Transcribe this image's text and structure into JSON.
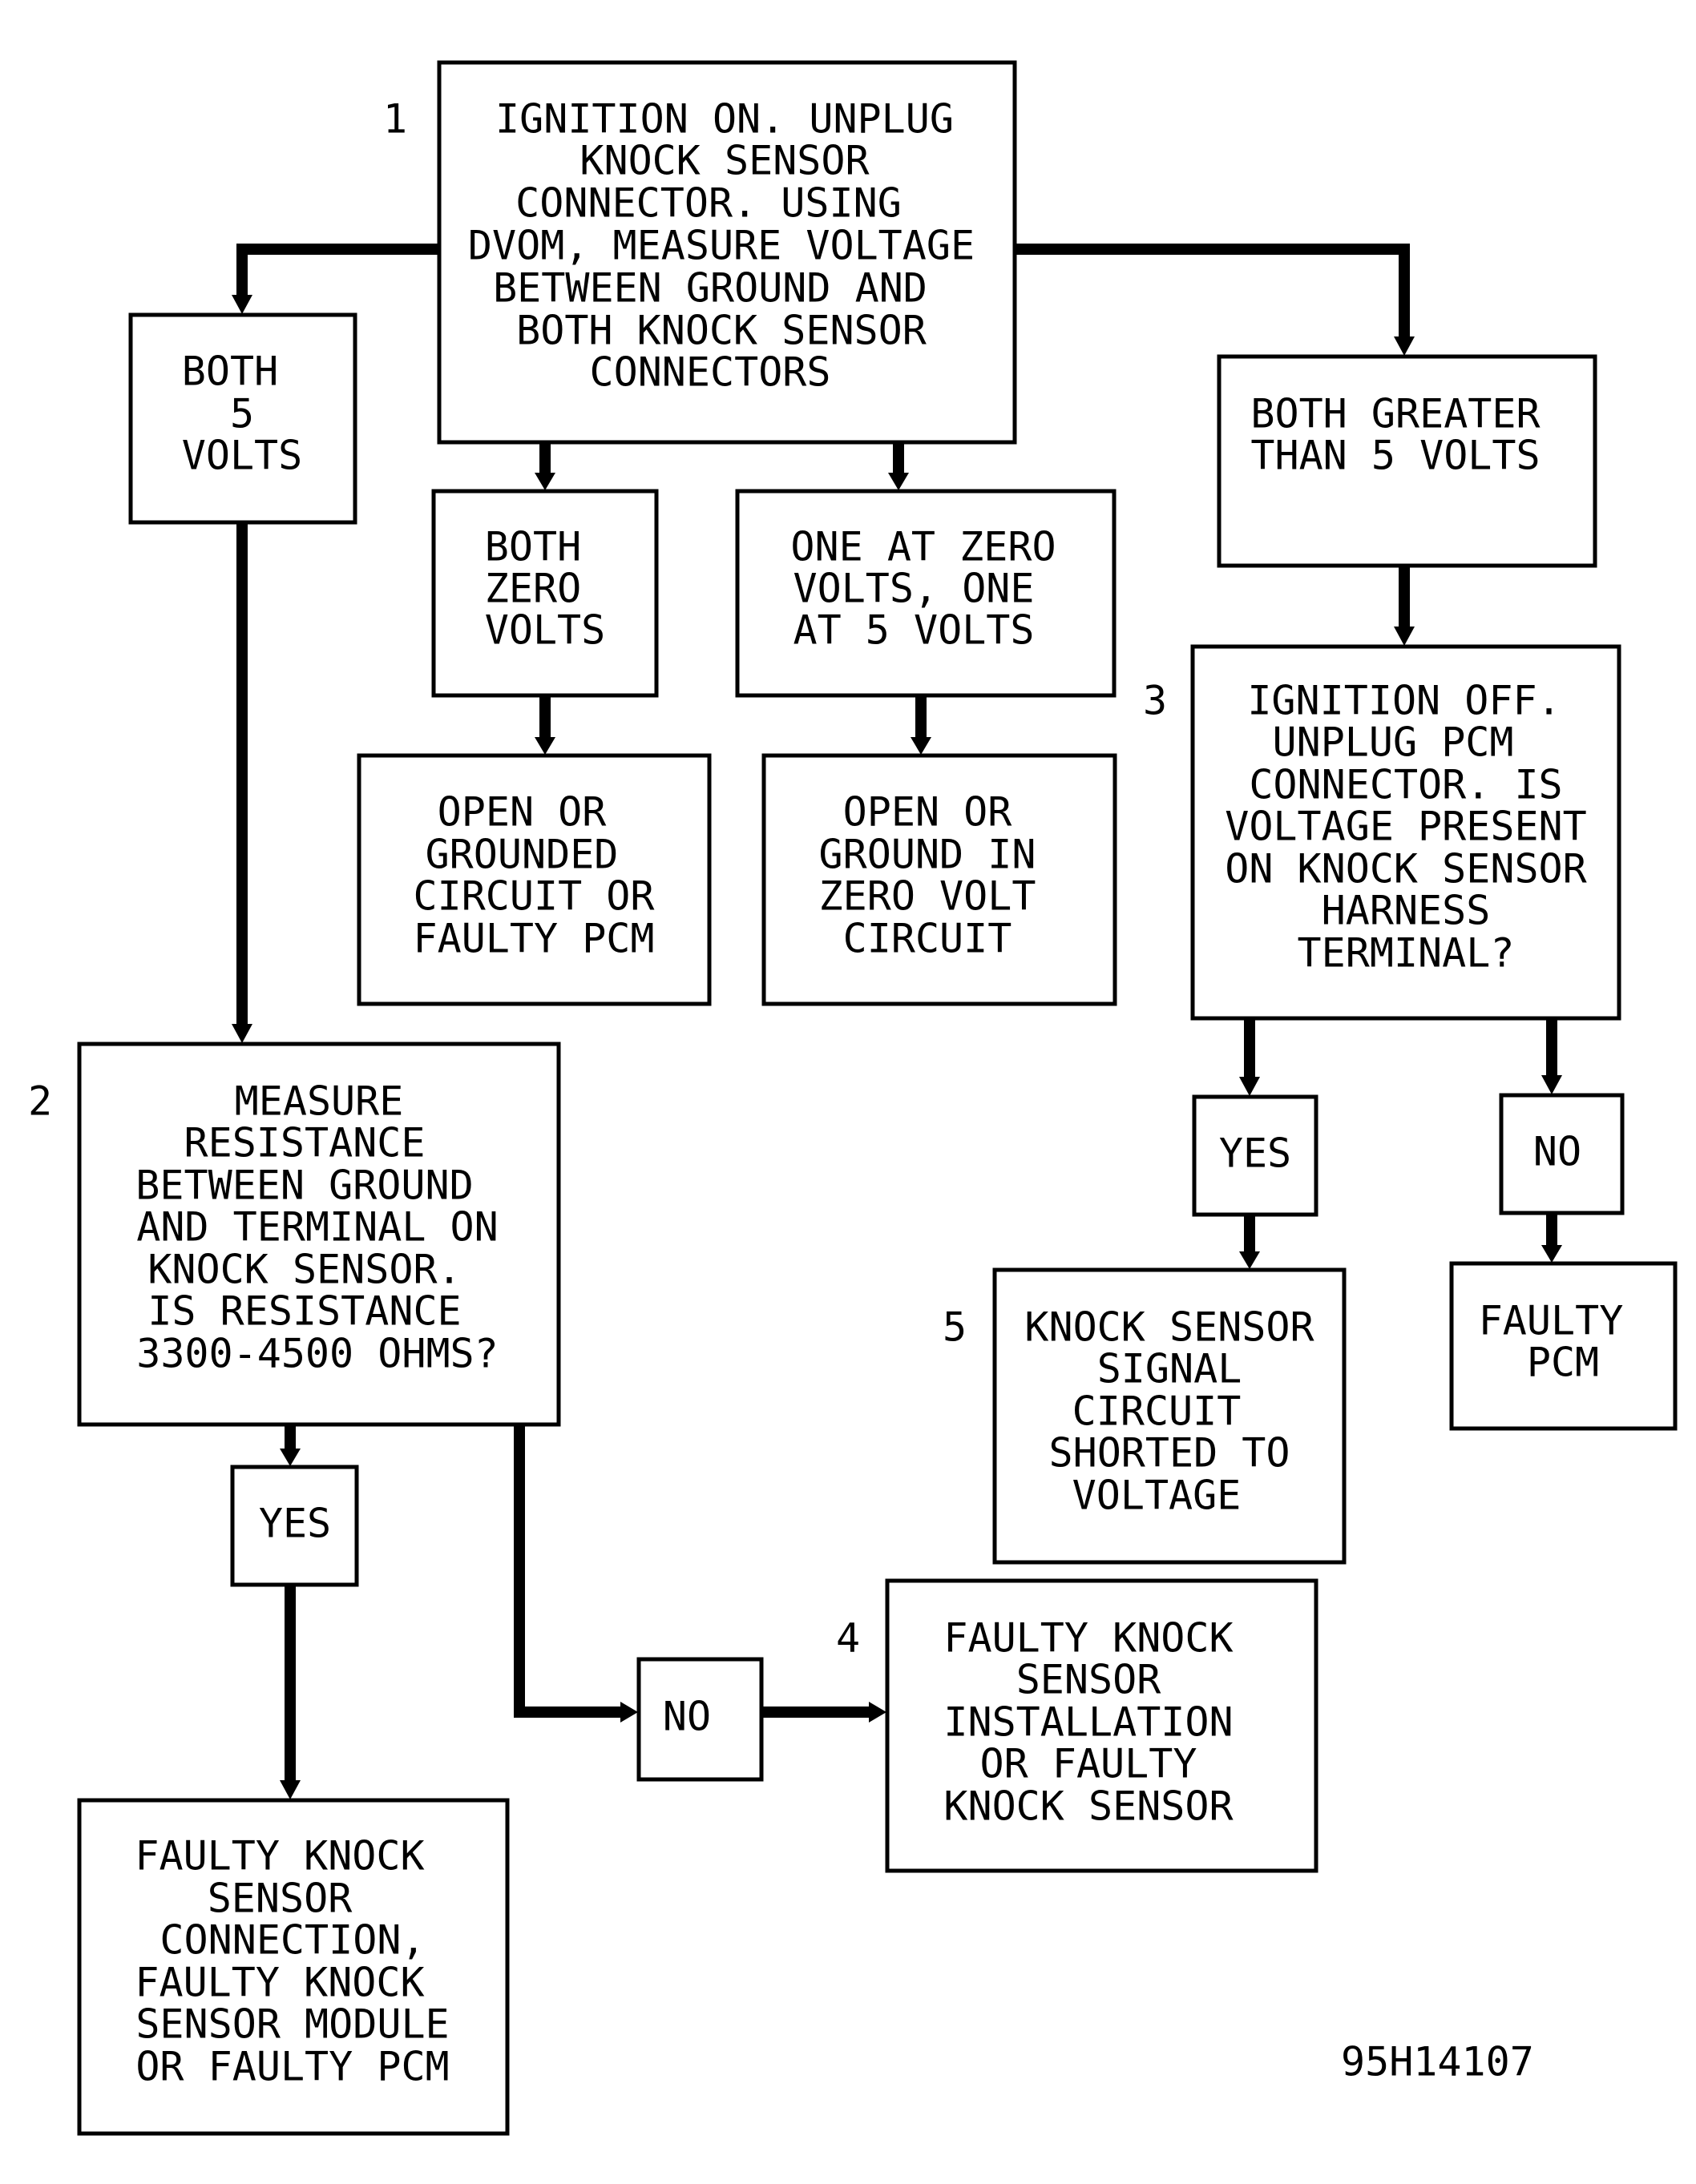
{
  "steps": {
    "s1": {
      "number": "1",
      "lines": [
        "IGNITION ON. UNPLUG",
        "KNOCK SENSOR",
        "CONNECTOR. USING",
        "DVOM, MEASURE VOLTAGE",
        "BETWEEN GROUND AND",
        "BOTH KNOCK SENSOR",
        "CONNECTORS"
      ]
    },
    "both_5": {
      "lines": [
        "BOTH",
        "5",
        "VOLTS"
      ]
    },
    "both_zero": {
      "lines": [
        "BOTH",
        "ZERO",
        "VOLTS"
      ]
    },
    "one_zero": {
      "lines": [
        "ONE AT ZERO",
        "VOLTS, ONE",
        "AT 5 VOLTS"
      ]
    },
    "both_greater": {
      "lines": [
        "BOTH GREATER",
        "THAN 5 VOLTS"
      ]
    },
    "open_grounded": {
      "lines": [
        "OPEN OR",
        "GROUNDED",
        "CIRCUIT OR",
        "FAULTY PCM"
      ]
    },
    "open_ground_zero": {
      "lines": [
        "OPEN OR",
        "GROUND IN",
        "ZERO VOLT",
        "CIRCUIT"
      ]
    },
    "s3": {
      "number": "3",
      "lines": [
        "IGNITION OFF.",
        "UNPLUG PCM",
        "CONNECTOR. IS",
        "VOLTAGE PRESENT",
        "ON KNOCK SENSOR",
        "HARNESS",
        "TERMINAL?"
      ]
    },
    "s2": {
      "number": "2",
      "lines": [
        "MEASURE",
        "RESISTANCE",
        "BETWEEN GROUND",
        "AND TERMINAL ON",
        "KNOCK SENSOR.",
        "IS RESISTANCE",
        "3300-4500 OHMS?"
      ]
    },
    "yes_right": {
      "lines": [
        "YES"
      ]
    },
    "no_right": {
      "lines": [
        "NO"
      ]
    },
    "s5": {
      "number": "5",
      "lines": [
        "KNOCK SENSOR",
        "SIGNAL",
        "CIRCUIT",
        "SHORTED TO",
        "VOLTAGE"
      ]
    },
    "faulty_pcm": {
      "lines": [
        "FAULTY",
        "PCM"
      ]
    },
    "yes_left": {
      "lines": [
        "YES"
      ]
    },
    "no_left": {
      "lines": [
        "NO"
      ]
    },
    "s4": {
      "number": "4",
      "lines": [
        "FAULTY KNOCK",
        "SENSOR",
        "INSTALLATION",
        "OR FAULTY",
        "KNOCK SENSOR"
      ]
    },
    "faulty_connection": {
      "lines": [
        "FAULTY KNOCK",
        "SENSOR",
        "CONNECTION,",
        "FAULTY KNOCK",
        "SENSOR MODULE",
        "OR FAULTY PCM"
      ]
    }
  },
  "figure_code": "95H14107"
}
